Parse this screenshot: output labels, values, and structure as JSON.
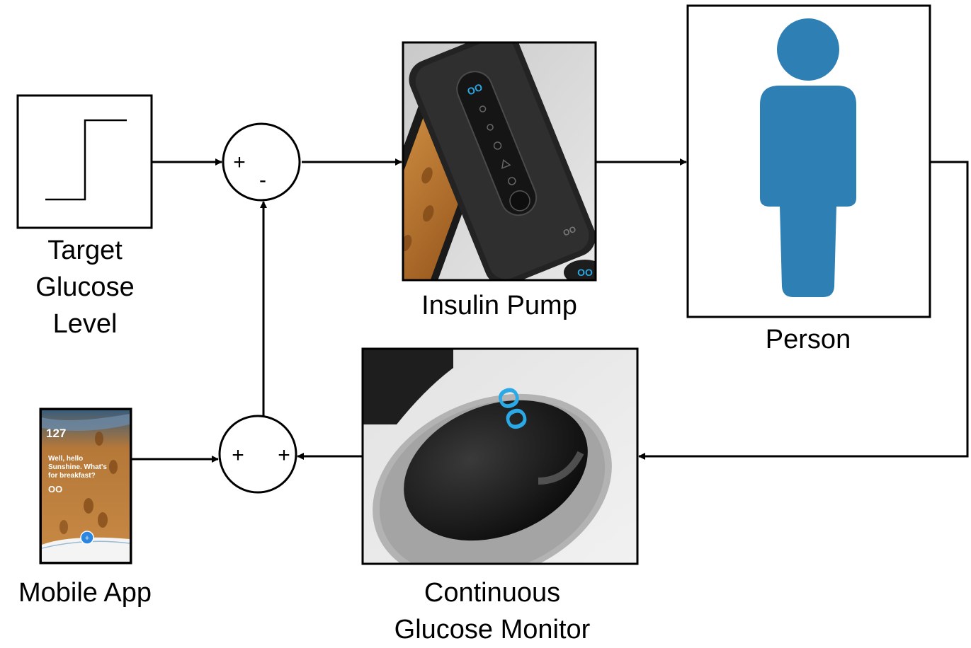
{
  "blocks": {
    "target": {
      "lines": [
        "Target",
        "Glucose",
        "Level"
      ]
    },
    "pump": {
      "label": "Insulin Pump",
      "logo_text": "OO"
    },
    "person": {
      "label": "Person"
    },
    "cgm": {
      "lines": [
        "Continuous",
        "Glucose Monitor"
      ],
      "logo_text": "OO"
    },
    "app": {
      "label": "Mobile App",
      "screen_reading": "127",
      "screen_message": [
        "Well, hello",
        "Sunshine. What's",
        "for breakfast?"
      ],
      "logo_text": "OO",
      "button_icon": "+"
    }
  },
  "junctions": {
    "top": {
      "left_sign": "+",
      "bottom_sign": "-"
    },
    "bottom": {
      "left_sign": "+",
      "right_sign": "+"
    }
  },
  "colors": {
    "person": "#2e7fb4",
    "device_accent": "#2aa9e6"
  }
}
